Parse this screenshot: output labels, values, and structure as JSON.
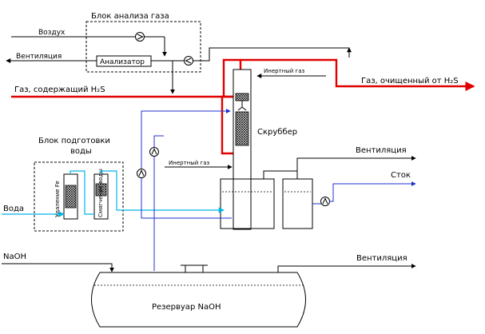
{
  "gas_analysis_block": {
    "title": "Блок анализа газа",
    "analyzer_label": "Анализатор"
  },
  "water_prep_block": {
    "title_line1": "Блок подготовки",
    "title_line2": "воды",
    "iron_removal": "Удаление Fe",
    "softening": "Смягчение воды"
  },
  "streams": {
    "air": "Воздух",
    "ventilation": "Вентиляция",
    "sour_gas": "Газ, содержащий H₂S",
    "clean_gas": "Газ, очищенный от H₂S",
    "inert_gas_top": "Инертный газ",
    "inert_gas_side": "Инертный газ",
    "ventilation_right": "Вентиляция",
    "drain": "Сток",
    "water": "Вода",
    "naoh": "NaOH",
    "ventilation_bottom": "Вентиляция"
  },
  "equipment": {
    "scrubber": "Скруббер",
    "tank": "Резервуар NaOH"
  },
  "colors": {
    "gas_line": "#e00000",
    "liquid_line": "#1f2fd0",
    "water_line": "#00b4e6"
  }
}
